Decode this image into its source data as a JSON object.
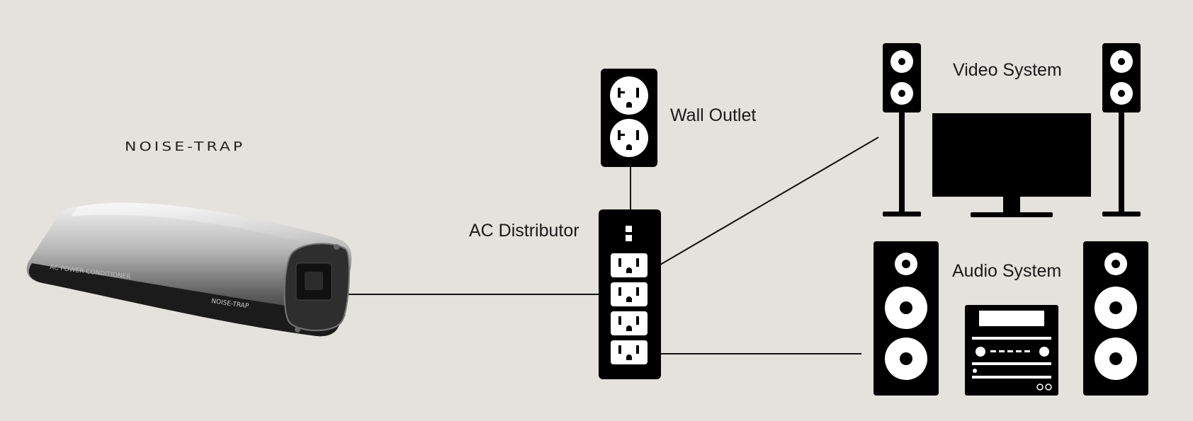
{
  "brand": {
    "name": "NOISE-TRAP"
  },
  "device": {
    "front_label": "NOISE-TRAP",
    "back_label": "AC POWER CONDITIONER"
  },
  "labels": {
    "wall_outlet": "Wall Outlet",
    "ac_distributor": "AC Distributor",
    "video_system": "Video System",
    "audio_system": "Audio System"
  },
  "icons": {
    "device": "power-conditioner-icon",
    "outlet": "wall-outlet-icon",
    "distributor": "power-strip-icon",
    "speaker": "speaker-icon",
    "tv": "television-icon",
    "receiver": "av-receiver-icon"
  },
  "colors": {
    "background": "#e4e2dc",
    "line": "#111111",
    "fill": "#000000",
    "device_body": "#9a9a9a"
  }
}
